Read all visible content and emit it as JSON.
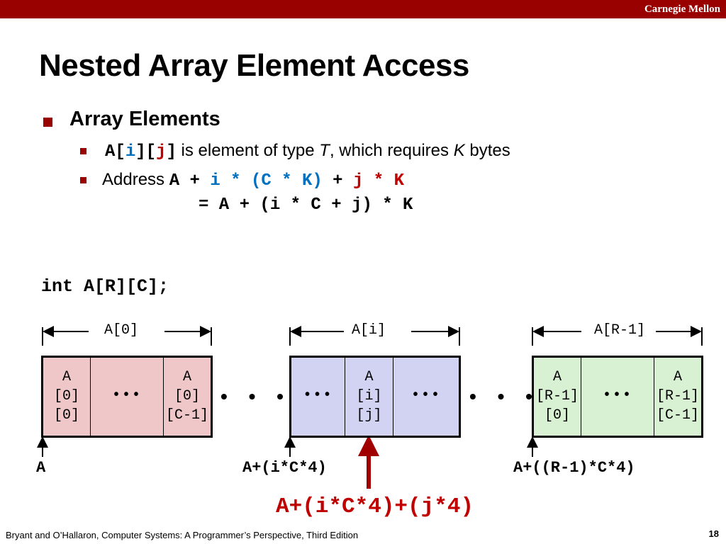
{
  "header": {
    "brand": "Carnegie Mellon"
  },
  "slide": {
    "title": "Nested Array Element Access",
    "bullet_l1": "Array Elements",
    "b1": {
      "a_open": "A[",
      "i": "i",
      "mid": "][",
      "j": "j",
      "close": "]",
      "t1": " is element of type ",
      "T": "T",
      "t2": ", which requires ",
      "K": "K",
      "t3": " bytes"
    },
    "b2": {
      "label": "Address ",
      "p1": "A + ",
      "p2": "i * (C * K)",
      "p3": " + ",
      "p4": "j * K"
    },
    "b2_line2": "= A + (i * C + j) * K",
    "declaration": "int A[R][C];"
  },
  "diagram": {
    "row_labels": [
      "A[0]",
      "A[i]",
      "A[R-1]"
    ],
    "cells": {
      "r0_first": [
        "A",
        "[0]",
        "[0]"
      ],
      "r0_last": [
        "A",
        "[0]",
        "[C-1]"
      ],
      "ri_mid": [
        "A",
        "[i]",
        "[j]"
      ],
      "rl_first": [
        "A",
        "[R-1]",
        "[0]"
      ],
      "rl_last": [
        "A",
        "[R-1]",
        "[C-1]"
      ]
    },
    "inner_ellipsis": "•••",
    "outer_dots": "• • •",
    "addresses": [
      "A",
      "A+(i*C*4)",
      "A+((R-1)*C*4)"
    ],
    "target_address": "A+(i*C*4)+(j*4)"
  },
  "colors": {
    "row0": "#efc7c8",
    "rowi": "#d2d2f3",
    "rowlast": "#d9f1d3",
    "accent": "#990000",
    "target_arrow": "#a00000",
    "blue": "#0070c0",
    "red": "#c00000"
  },
  "footer": {
    "credit": "Bryant and O’Hallaron, Computer Systems: A Programmer’s Perspective, Third Edition",
    "page": "18"
  }
}
